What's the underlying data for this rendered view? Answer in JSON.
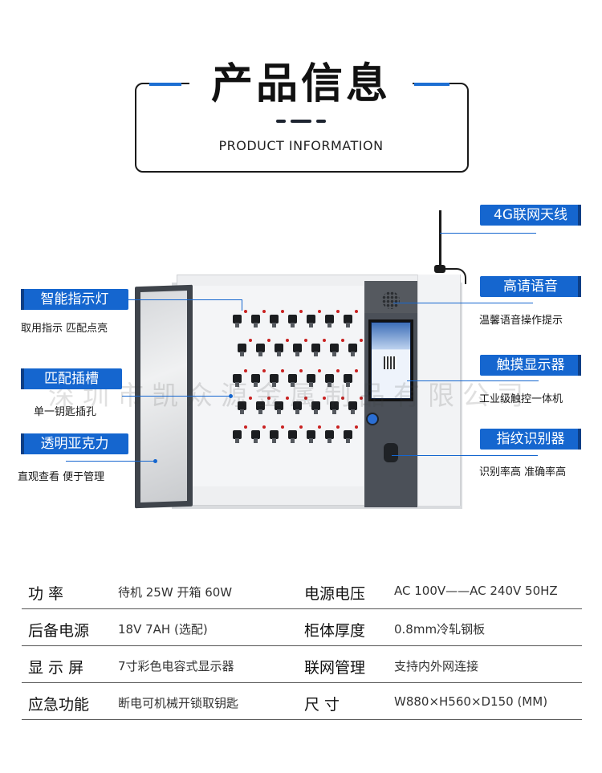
{
  "header": {
    "title": "产品信息",
    "subtitle": "PRODUCT INFORMATION"
  },
  "colors": {
    "accent": "#1566cf",
    "title_frame": "#1a1a1a",
    "panel": "#4b5058"
  },
  "callouts": {
    "left": [
      {
        "label": "智能指示灯",
        "desc": "取用指示  匹配点亮"
      },
      {
        "label": "匹配插槽",
        "desc": "单一钥匙插孔"
      },
      {
        "label": "透明亚克力",
        "desc": "直观查看  便于管理"
      }
    ],
    "right": [
      {
        "label": "4G联网天线",
        "desc": ""
      },
      {
        "label": "高请语音",
        "desc": "温馨语音操作提示"
      },
      {
        "label": "触摸显示器",
        "desc": "工业级触控一体机"
      },
      {
        "label": "指纹识别器",
        "desc": "识别率高  准确率高"
      }
    ]
  },
  "watermark": "深圳市凯众源金属制品有限公司",
  "specs": [
    {
      "label1": "功    率",
      "value1": "待机  25W  开箱  60W",
      "label2": "电源电压",
      "value2": "AC 100V——AC 240V  50HZ"
    },
    {
      "label1": "后备电源",
      "value1": "18V   7AH (选配)",
      "label2": "柜体厚度",
      "value2": "0.8mm冷轧钢板"
    },
    {
      "label1": "显 示 屏",
      "value1": "7寸彩色电容式显示器",
      "label2": "联网管理",
      "value2": "支持内外网连接"
    },
    {
      "label1": "应急功能",
      "value1": "断电可机械开锁取钥匙",
      "label2": "尺    寸",
      "value2": "W880×H560×D150  (MM)"
    }
  ]
}
